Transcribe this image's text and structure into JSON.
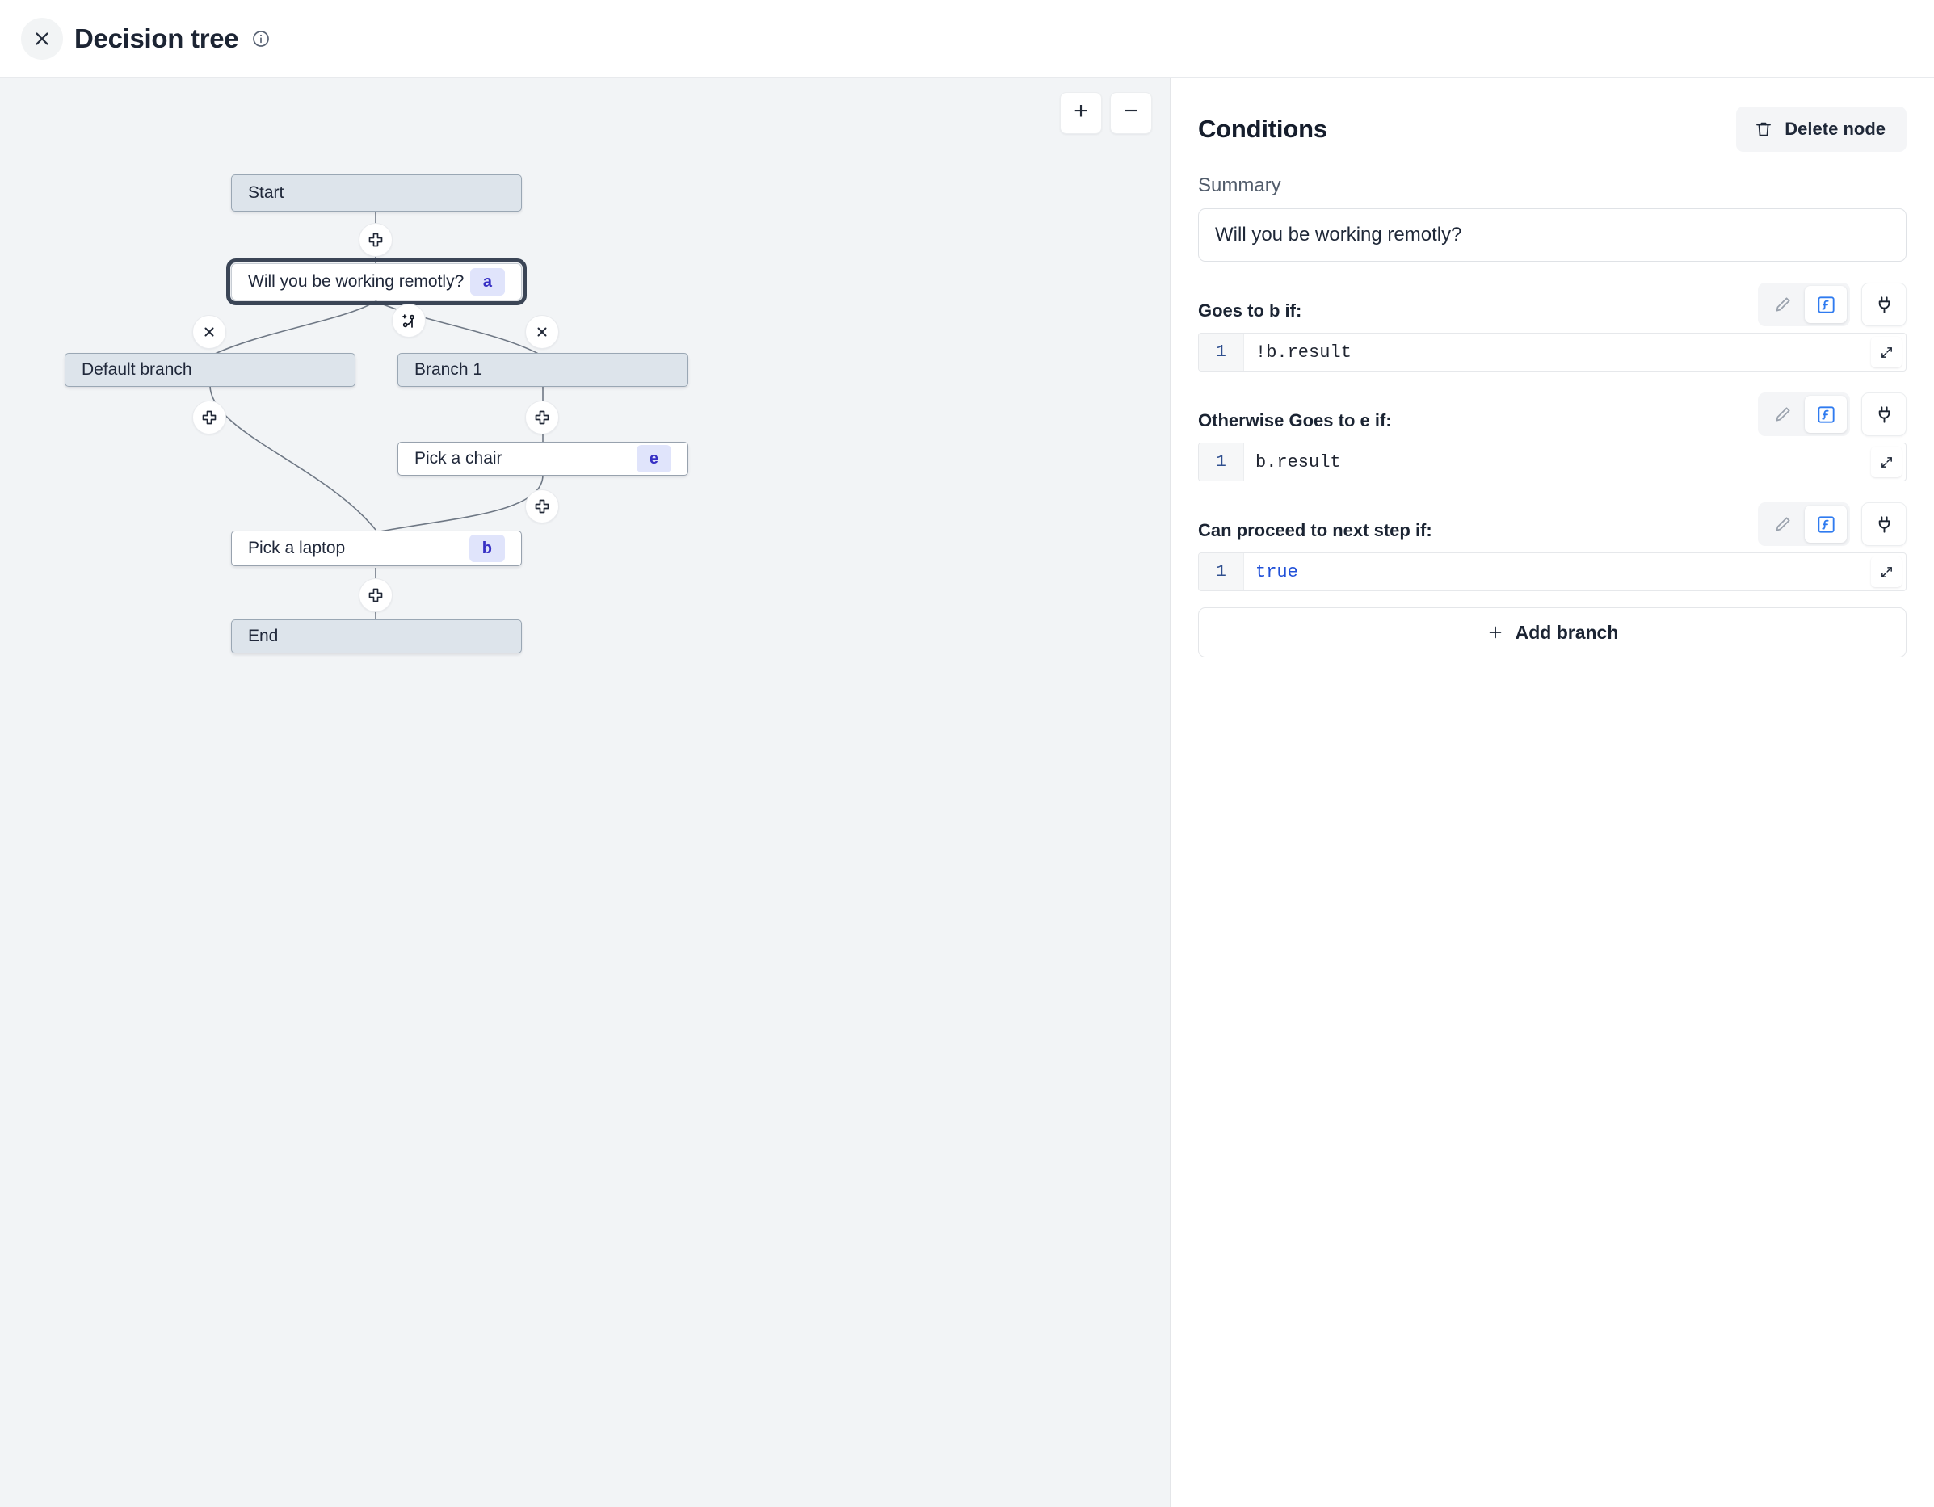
{
  "header": {
    "title": "Decision tree",
    "close_icon": "close-icon",
    "info_icon": "info-icon"
  },
  "canvas": {
    "zoom_in_label": "+",
    "zoom_out_label": "−",
    "nodes": [
      {
        "id": "start",
        "label": "Start",
        "type": "grey",
        "badge": null
      },
      {
        "id": "a",
        "label": "Will you be working remotly?",
        "type": "selected",
        "badge": "a"
      },
      {
        "id": "default",
        "label": "Default branch",
        "type": "grey",
        "badge": null
      },
      {
        "id": "branch1",
        "label": "Branch 1",
        "type": "grey",
        "badge": null
      },
      {
        "id": "e",
        "label": "Pick a chair",
        "type": "white",
        "badge": "e"
      },
      {
        "id": "b",
        "label": "Pick a laptop",
        "type": "white",
        "badge": "b"
      },
      {
        "id": "end",
        "label": "End",
        "type": "grey",
        "badge": null
      }
    ],
    "handles": [
      {
        "name": "add-step-handle-start",
        "icon": "plus-square-icon"
      },
      {
        "name": "delete-branch-default",
        "icon": "close-icon"
      },
      {
        "name": "add-branch-handle",
        "icon": "git-branch-plus-icon"
      },
      {
        "name": "delete-branch-1",
        "icon": "close-icon"
      },
      {
        "name": "add-step-handle-default",
        "icon": "plus-square-icon"
      },
      {
        "name": "add-step-handle-branch1",
        "icon": "plus-square-icon"
      },
      {
        "name": "add-step-handle-chair",
        "icon": "plus-square-icon"
      },
      {
        "name": "add-step-handle-laptop",
        "icon": "plus-square-icon"
      }
    ]
  },
  "panel": {
    "title": "Conditions",
    "delete_node_label": "Delete node",
    "summary_label": "Summary",
    "summary_value": "Will you be working remotly?",
    "conditions": [
      {
        "label": "Goes to b if:",
        "line_no": "1",
        "code": "!b.result",
        "keyword": false
      },
      {
        "label": "Otherwise Goes to e if:",
        "line_no": "1",
        "code": "b.result",
        "keyword": false
      },
      {
        "label": "Can proceed to next step if:",
        "line_no": "1",
        "code": "true",
        "keyword": true
      }
    ],
    "tools": {
      "pencil_icon": "pencil-icon",
      "fx_icon": "function-icon",
      "plug_icon": "plug-icon",
      "expand_icon": "expand-icon"
    },
    "add_branch_label": "Add branch",
    "add_branch_icon": "plus-icon"
  },
  "colors": {
    "accent_blue": "#2050d8",
    "badge_bg": "#e0e4fb",
    "badge_fg": "#3730c4",
    "node_grey": "#dde4eb",
    "canvas_bg": "#f2f4f6"
  }
}
